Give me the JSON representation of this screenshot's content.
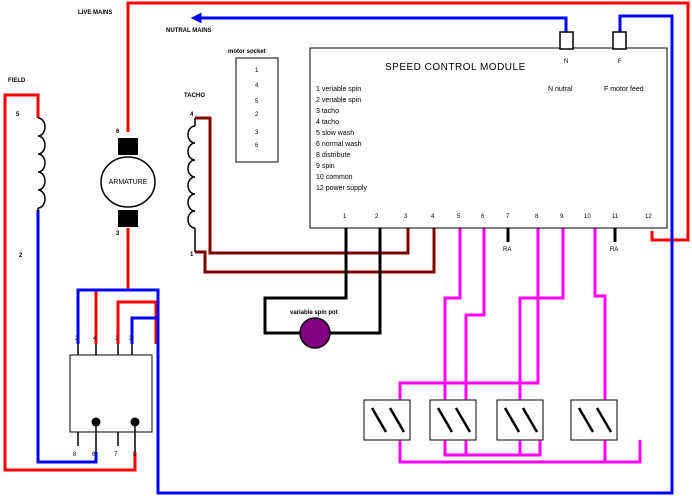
{
  "labels": {
    "live_mains": "LIVE MAINS",
    "neutral_mains": "NUTRAL MAINS",
    "motor_socket": "motor socket",
    "field": "FIELD",
    "tacho": "TACHO",
    "armature": "ARMATURE",
    "variable_spin_pot": "variable spin pot"
  },
  "motor_socket_pins": [
    "1",
    "4",
    "5",
    "2",
    "3",
    "6"
  ],
  "field_pins": {
    "top": "5",
    "bottom": "2"
  },
  "tacho_pins": {
    "top": "4",
    "bottom": "1"
  },
  "armature_pins": {
    "top": "6",
    "bottom": "3"
  },
  "relay_pins_top": [
    "2",
    "4",
    "1",
    "3"
  ],
  "relay_pins_bottom": [
    "8",
    "6",
    "7",
    "5"
  ],
  "module": {
    "title": "SPEED CONTROL MODULE",
    "n_label": "N",
    "f_label": "F",
    "n_desc": "N nutral",
    "f_desc": "F motor feed",
    "functions": [
      "1 veriable spin",
      "2 veriable spin",
      "3 tacho",
      "4 tacho",
      "5 slow wash",
      "6 normal wash",
      "8 distribute",
      "9 spin",
      "10 common",
      "12 power supply"
    ],
    "terminals": [
      "1",
      "2",
      "3",
      "4",
      "5",
      "6",
      "7",
      "8",
      "9",
      "10",
      "11",
      "12"
    ],
    "ra_label": "RA"
  },
  "colors": {
    "live": "#ff0000",
    "neutral": "#0000ff",
    "tacho_wire": "#800000",
    "control": "#ff00ff",
    "pot_body": "#800080",
    "black": "#000000"
  }
}
